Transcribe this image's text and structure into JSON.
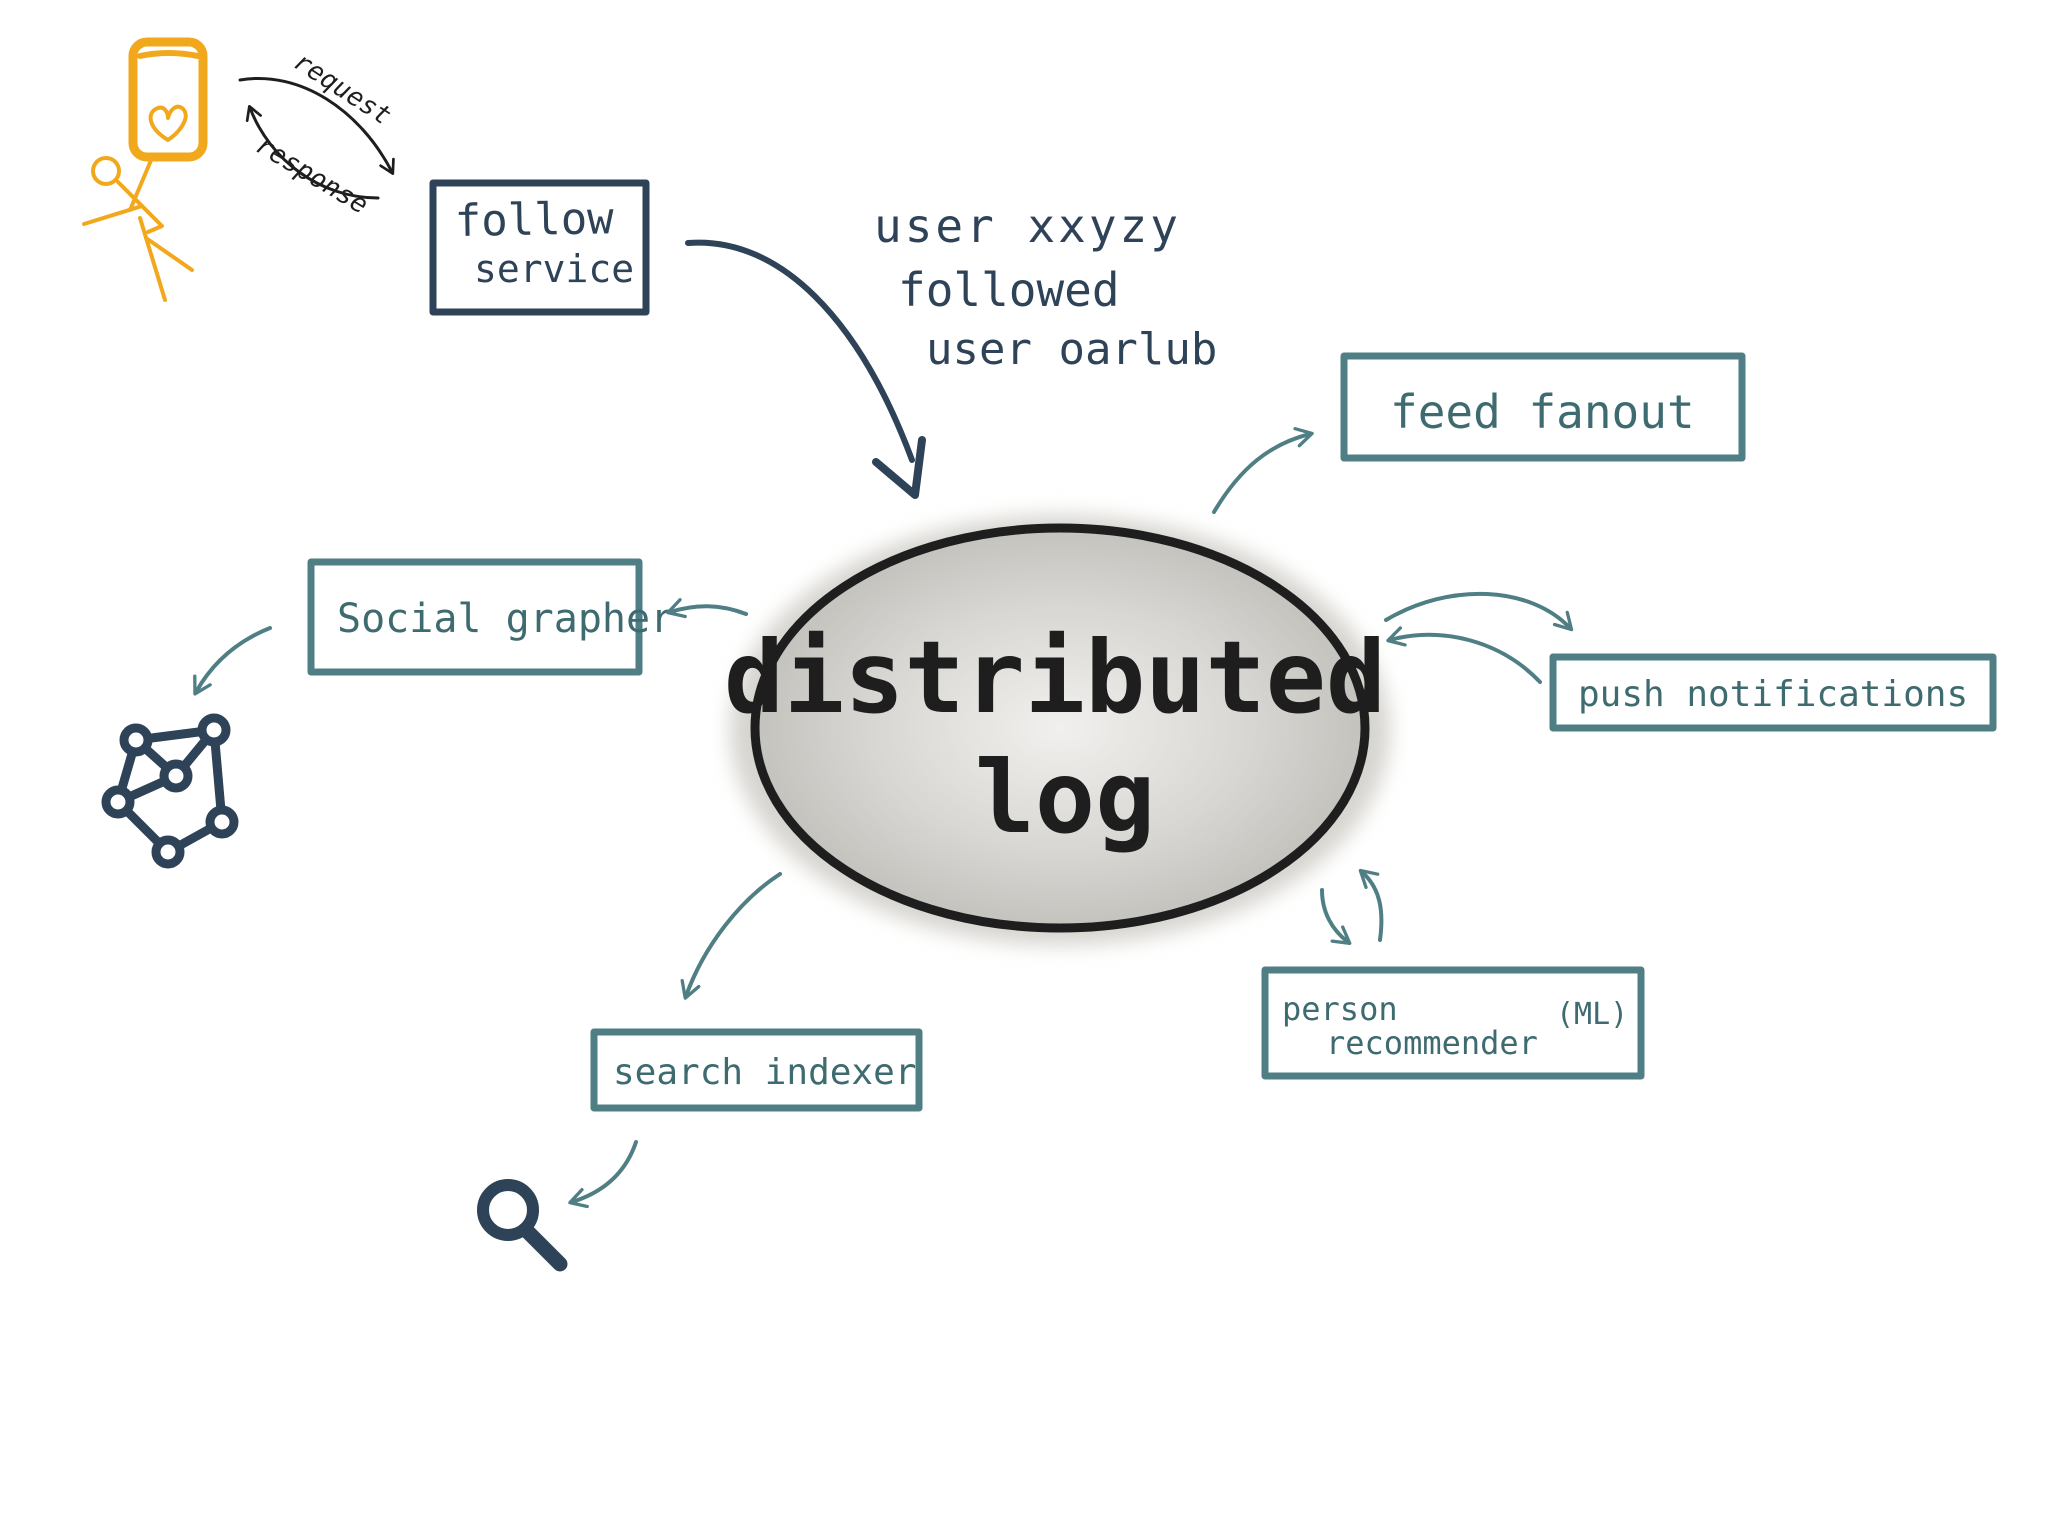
{
  "diagram": {
    "user": {
      "request_label": "request",
      "response_label": "response"
    },
    "follow_service": {
      "line1": "follow",
      "line2": "service"
    },
    "event": {
      "line1": "user xxyzy",
      "line2": "followed",
      "line3": "user oarlub"
    },
    "center": {
      "line1": "distributed",
      "line2": "log"
    },
    "consumers": {
      "feed_fanout": "feed fanout",
      "social_grapher": "Social grapher",
      "push_notifications": "push notifications",
      "person_recommender_line1": "person",
      "person_recommender_line2": "recommender",
      "person_recommender_tag": "(ML)",
      "search_indexer": "search indexer"
    },
    "icons": [
      "user-with-phone-icon",
      "graph-network-icon",
      "magnifier-icon"
    ],
    "colors": {
      "dark": "#2e4358",
      "teal": "#4f7f84",
      "teal_text": "#3e6b70",
      "accent_yellow": "#f2a81d",
      "log_fill": "#c9c7c2",
      "ink": "#1e1e1e"
    }
  }
}
